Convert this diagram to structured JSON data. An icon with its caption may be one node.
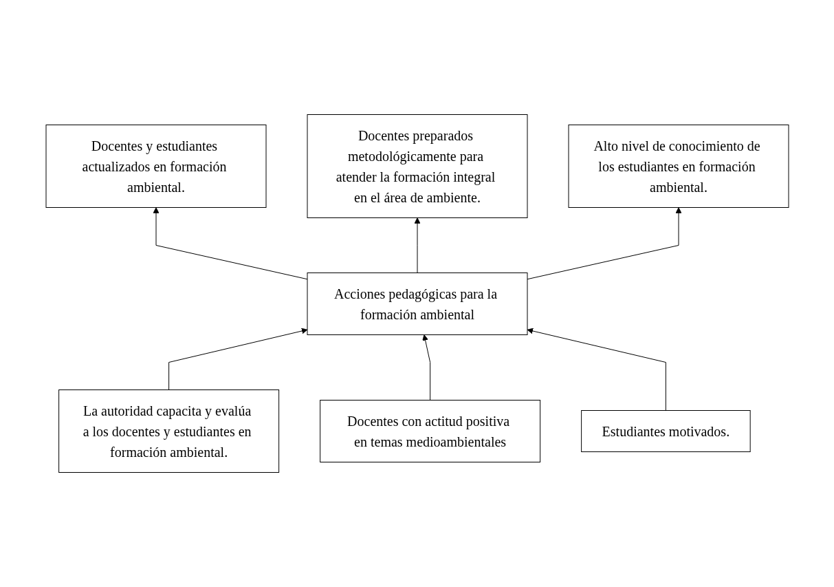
{
  "diagram": {
    "nodes": [
      {
        "text": [
          "Docentes y estudiantes actualizados en formación ambiental."
        ]
      },
      {
        "text": [
          "Docentes preparados metodológicamente para atender la formación integral en el área de ambiente."
        ]
      },
      {
        "text": [
          "Alto nivel de conocimiento de los estudiantes en formación ambiental."
        ]
      },
      {
        "text": [
          "Acciones pedagógicas para la formación ambiental"
        ]
      },
      {
        "text": [
          "La autoridad capacita y evalúa a los docentes y estudiantes en formación ambiental."
        ]
      },
      {
        "text": [
          "Docentes con actitud positiva en temas medioambientales"
        ]
      },
      {
        "text": [
          "Estudiantes motivados."
        ]
      }
    ],
    "edges": [
      {
        "from": 3,
        "to": 0,
        "arrow": "to"
      },
      {
        "from": 3,
        "to": 1,
        "arrow": "to"
      },
      {
        "from": 3,
        "to": 2,
        "arrow": "to"
      },
      {
        "from": 4,
        "to": 3,
        "arrow": "to"
      },
      {
        "from": 5,
        "to": 3,
        "arrow": "to"
      },
      {
        "from": 6,
        "to": 3,
        "arrow": "to"
      }
    ]
  }
}
